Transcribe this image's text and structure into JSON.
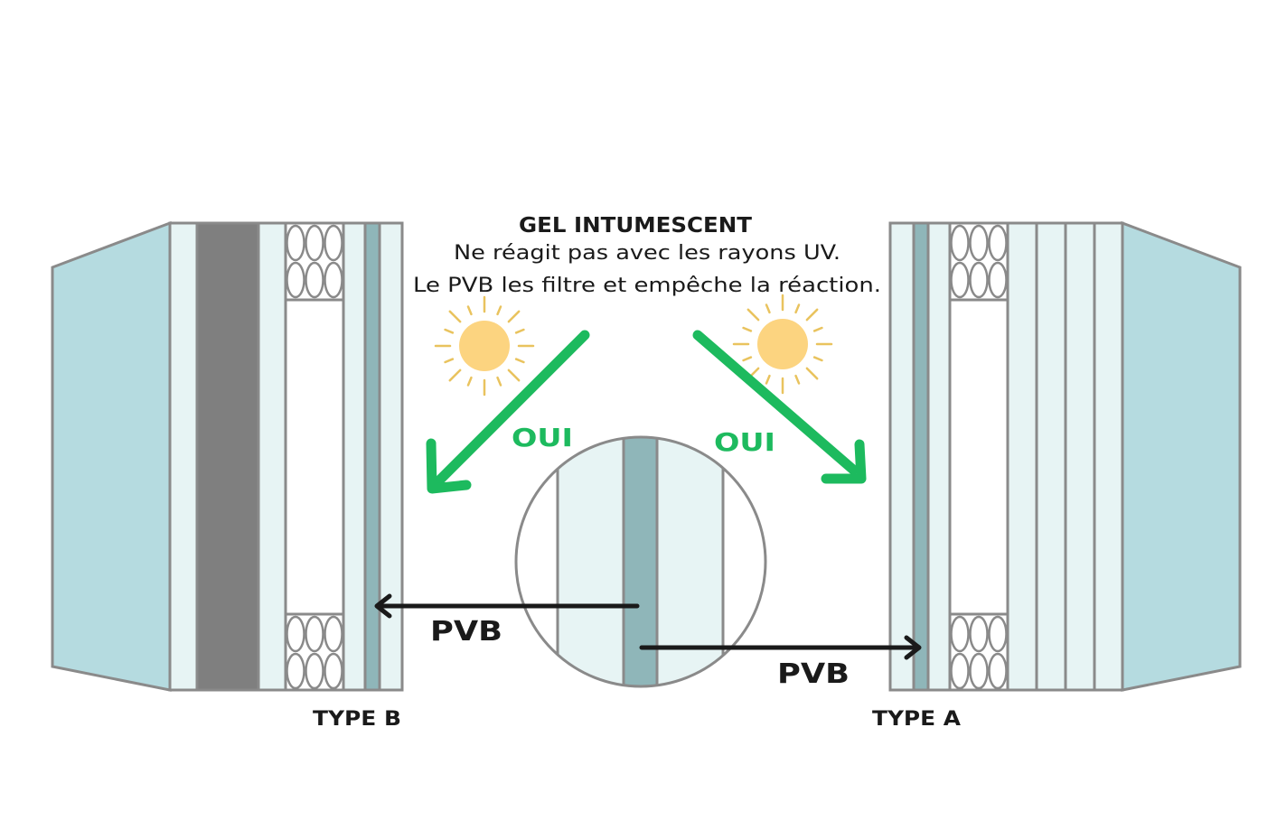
{
  "header": {
    "title": "GEL INTUMESCENT",
    "line1": "Ne réagit pas avec les rayons UV.",
    "line2": "Le PVB les filtre et empêche la réaction."
  },
  "labels": {
    "oui_left": "OUI",
    "oui_right": "OUI",
    "pvb_left": "PVB",
    "pvb_right": "PVB",
    "type_b": "TYPE B",
    "type_a": "TYPE A"
  },
  "colors": {
    "outer_glass": "#b5dbe0",
    "glass_layer": "#e7f4f4",
    "pvb": "#8fb6b9",
    "dark_layer": "#7f7f7f",
    "stroke": "#8a8a8a",
    "sun": "#fcd480",
    "sun_rays": "#e9c35e",
    "arrow_green": "#1dba5e",
    "text": "#1a1a1a"
  }
}
